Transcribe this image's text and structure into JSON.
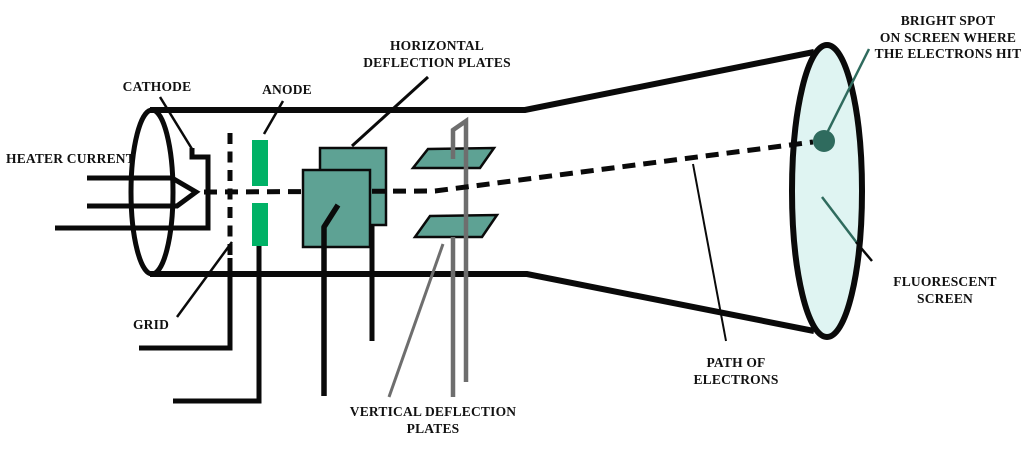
{
  "diagram": {
    "labels": {
      "heater_current": "HEATER CURRENT",
      "cathode": "CATHODE",
      "anode": "ANODE",
      "grid": "GRID",
      "horizontal_plates_l1": "HORIZONTAL",
      "horizontal_plates_l2": "DEFLECTION PLATES",
      "vertical_plates_l1": "VERTICAL DEFLECTION",
      "vertical_plates_l2": "PLATES",
      "bright_spot_l1": "BRIGHT SPOT",
      "bright_spot_l2": "ON SCREEN WHERE",
      "bright_spot_l3": "THE ELECTRONS HIT",
      "path_of_electrons_l1": "PATH OF",
      "path_of_electrons_l2": "ELECTRONS",
      "fluorescent_screen_l1": "FLUORESCENT",
      "fluorescent_screen_l2": "SCREEN"
    },
    "colors": {
      "outline_black": "#0a0a0a",
      "anode_green": "#00b266",
      "plate_teal": "#5ea294",
      "screen_fill": "#dff4f2",
      "spot_teal": "#2f6b5e",
      "wire_gray": "#6e6e6e"
    }
  }
}
